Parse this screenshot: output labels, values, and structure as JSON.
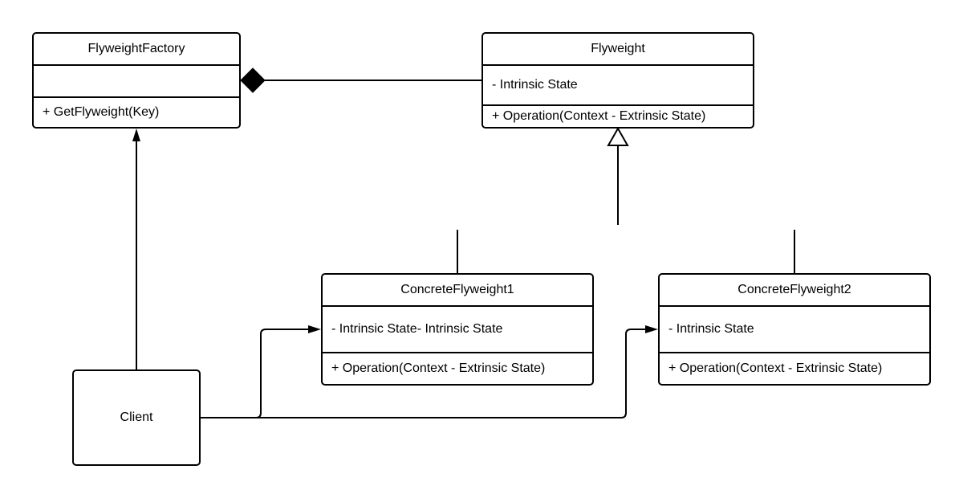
{
  "diagram": {
    "classes": {
      "flyweight_factory": {
        "name": "FlyweightFactory",
        "attributes": "",
        "operations": "+ GetFlyweight(Key)"
      },
      "flyweight": {
        "name": "Flyweight",
        "attributes": "- Intrinsic State",
        "operations": "+ Operation(Context - Extrinsic State)"
      },
      "concrete_flyweight_1": {
        "name": "ConcreteFlyweight1",
        "attributes": "- Intrinsic State- Intrinsic State",
        "operations": "+ Operation(Context - Extrinsic State)"
      },
      "concrete_flyweight_2": {
        "name": "ConcreteFlyweight2",
        "attributes": "- Intrinsic State",
        "operations": "+ Operation(Context - Extrinsic State)"
      }
    },
    "client": {
      "label": "Client"
    },
    "relations": [
      {
        "type": "composition",
        "from": "flyweight_factory",
        "to": "flyweight"
      },
      {
        "type": "inheritance",
        "from": "concrete_flyweight_1",
        "to": "flyweight"
      },
      {
        "type": "inheritance",
        "from": "concrete_flyweight_2",
        "to": "flyweight"
      },
      {
        "type": "association",
        "from": "client",
        "to": "flyweight_factory"
      },
      {
        "type": "association",
        "from": "client",
        "to": "concrete_flyweight_1"
      },
      {
        "type": "association",
        "from": "client",
        "to": "concrete_flyweight_2"
      }
    ],
    "colors": {
      "stroke": "#000000",
      "background": "#ffffff"
    }
  }
}
